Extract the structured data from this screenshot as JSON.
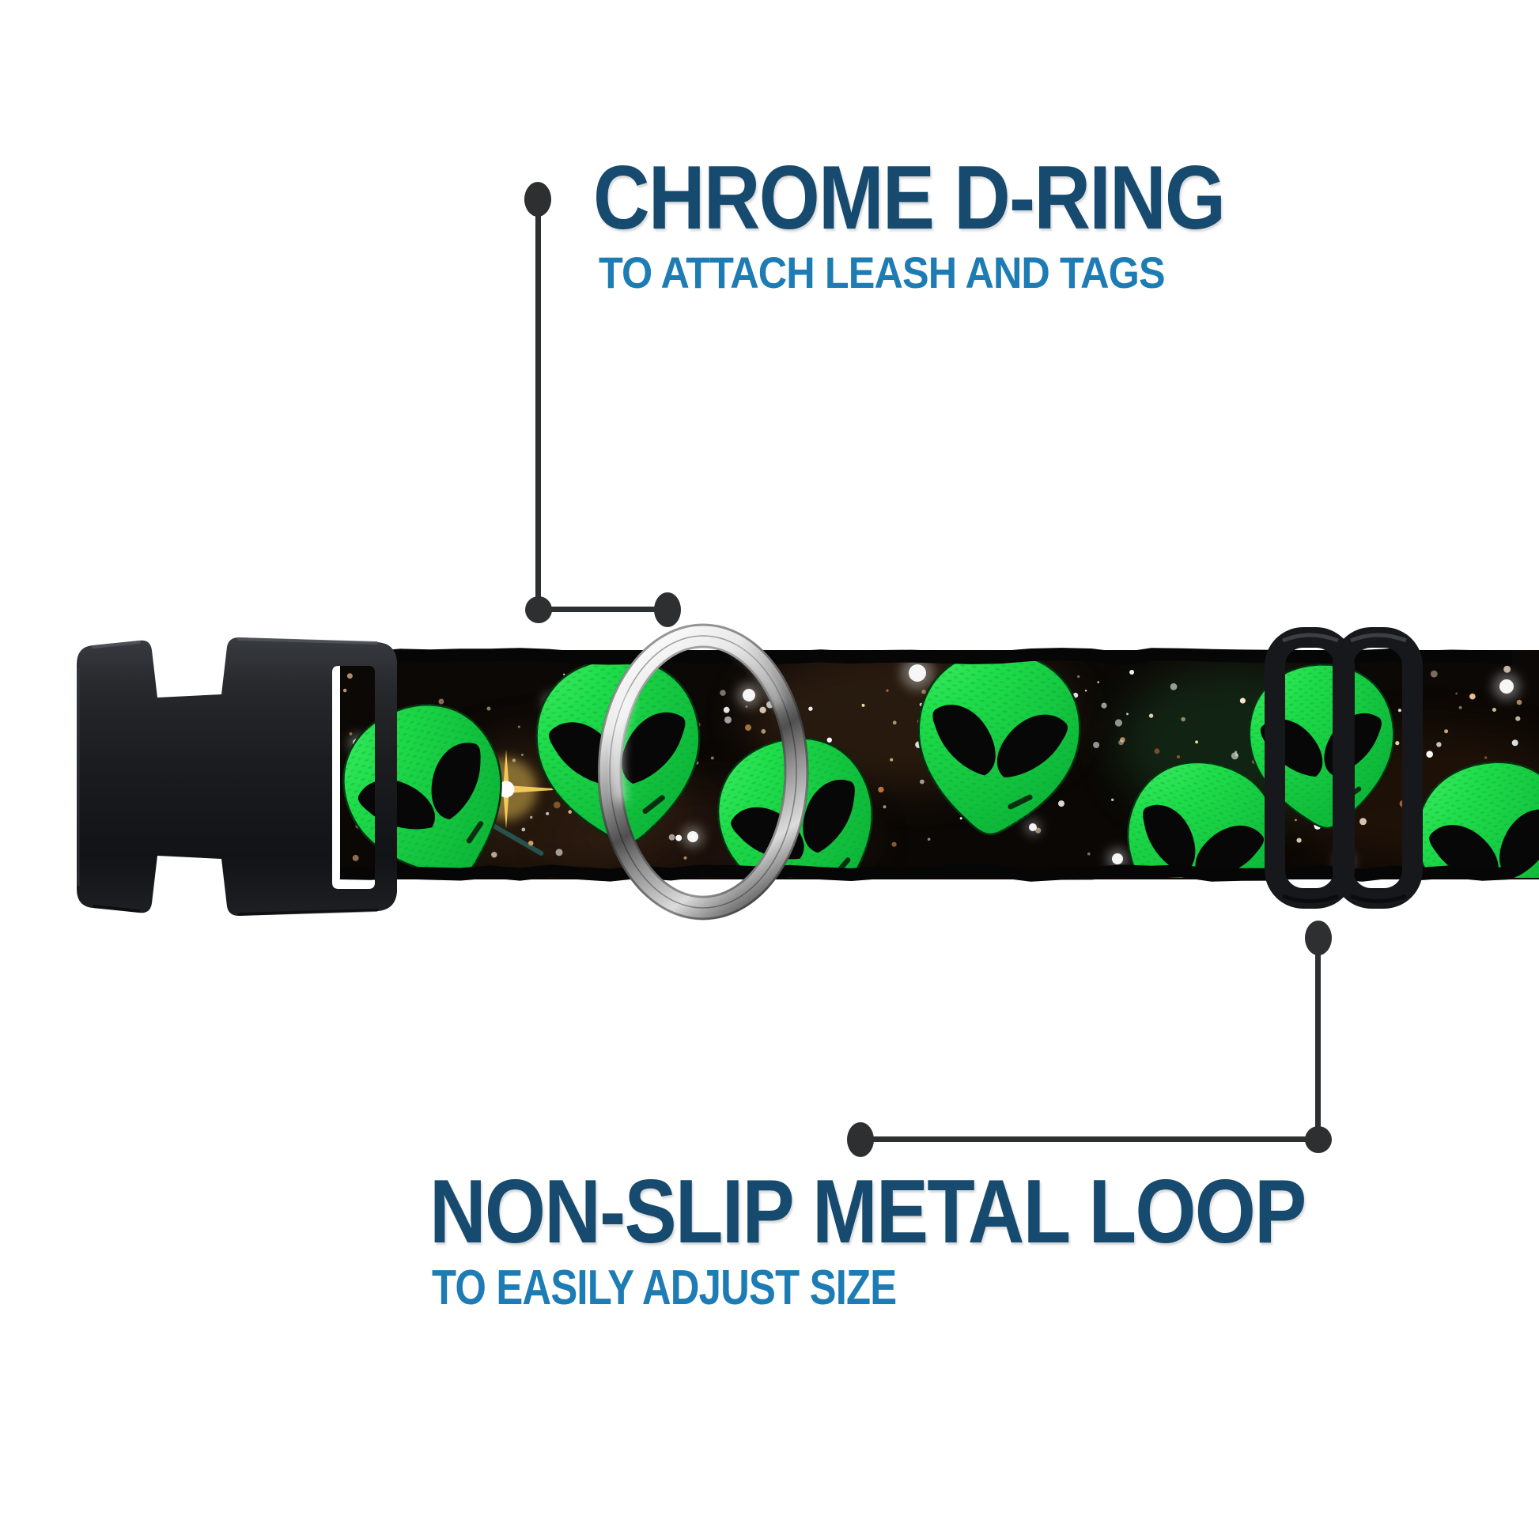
{
  "callouts": {
    "top": {
      "title": "CHROME D-RING",
      "subtitle": "TO ATTACH LEASH AND TAGS",
      "points_to": "chrome-d-ring"
    },
    "bottom": {
      "title": "NON-SLIP METAL LOOP",
      "subtitle": "TO EASILY ADJUST SIZE",
      "points_to": "tri-glide-slider"
    }
  },
  "collar": {
    "visible_parts": [
      {
        "name": "side-release-buckle",
        "material_color": "#1d1f22"
      },
      {
        "name": "chrome-d-ring",
        "material_color": "#c9c9c9"
      },
      {
        "name": "tri-glide-slider",
        "material_color": "#1d1f22"
      },
      {
        "name": "webbing-strap",
        "pattern": "green alien heads on black galaxy starfield"
      }
    ],
    "alien_heads_visible": 7
  },
  "colors": {
    "title_navy": "#164a6e",
    "subtitle_blue": "#1d7cb4",
    "callout_gray": "#2e2f31",
    "alien_green": "#1fdd4a",
    "alien_green_dark": "#0cb437",
    "strap_black": "#0a0705",
    "plastic_black": "#1d1f22",
    "chrome_silver": "#c9c9c9",
    "gold_star": "#ffd45e",
    "background": "#ffffff"
  }
}
